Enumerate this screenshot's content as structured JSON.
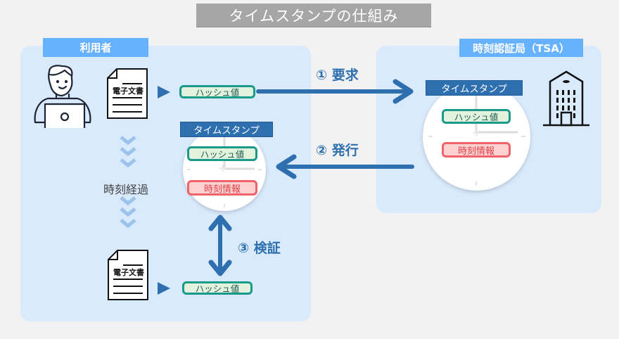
{
  "title": "タイムスタンプの仕組み",
  "user_section": {
    "label": "利用者",
    "document_label": "電子文書",
    "hash_label": "ハッシュ値",
    "elapsed_label": "時刻経過",
    "stamp": {
      "label": "タイムスタンプ",
      "hash_label": "ハッシュ値",
      "time_label": "時刻情報"
    },
    "later_document_label": "電子文書",
    "later_hash_label": "ハッシュ値"
  },
  "tsa_section": {
    "label": "時刻認証局（TSA）",
    "stamp": {
      "label": "タイムスタンプ",
      "hash_label": "ハッシュ値",
      "time_label": "時刻情報"
    }
  },
  "steps": [
    {
      "label": "① 要求"
    },
    {
      "label": "② 発行"
    },
    {
      "label": "③ 検証"
    }
  ],
  "colors": {
    "accent_blue": "#2e6fb0",
    "panel_bg": "#d9eafc",
    "section_label_bg": "#66b2ff",
    "hash_border": "#1a9a8a",
    "time_border": "#f0636a",
    "chevron": "#9cc3ea"
  }
}
